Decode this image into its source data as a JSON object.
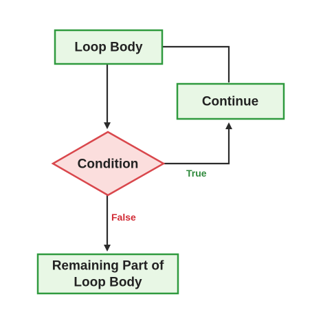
{
  "nodes": {
    "loop_body": {
      "label": "Loop Body"
    },
    "continue": {
      "label": "Continue"
    },
    "condition": {
      "label": "Condition"
    },
    "remaining": {
      "line1": "Remaining Part of",
      "line2": "Loop Body"
    }
  },
  "edges": {
    "true_label": "True",
    "false_label": "False"
  },
  "colors": {
    "process_fill": "#e8f7e5",
    "process_stroke": "#2f9a3e",
    "decision_fill": "#fbdedd",
    "decision_stroke": "#d9474c",
    "line": "#2b2b2b",
    "true_text": "#2f8a3c",
    "false_text": "#d12b35"
  }
}
